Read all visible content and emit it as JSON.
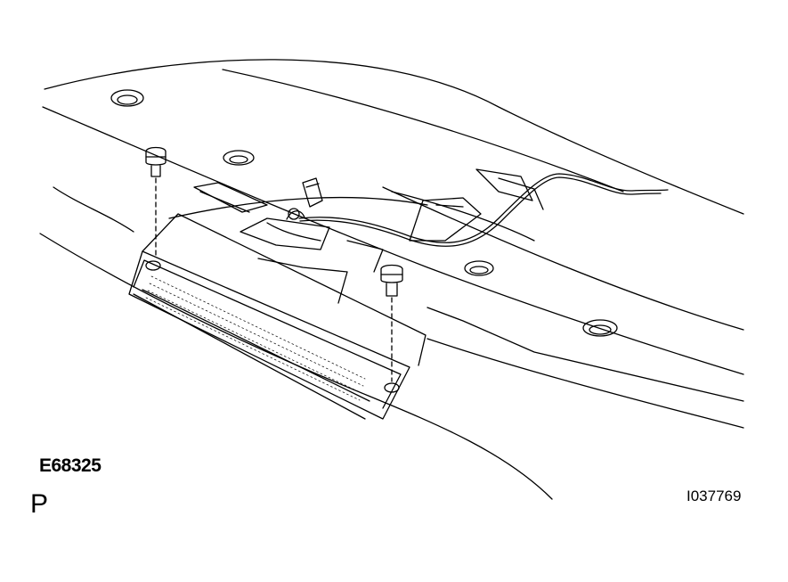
{
  "figure": {
    "code_label": "E68325",
    "side_label": "P",
    "reference_label": "I037769"
  },
  "colors": {
    "line": "#000000",
    "background": "#ffffff"
  }
}
